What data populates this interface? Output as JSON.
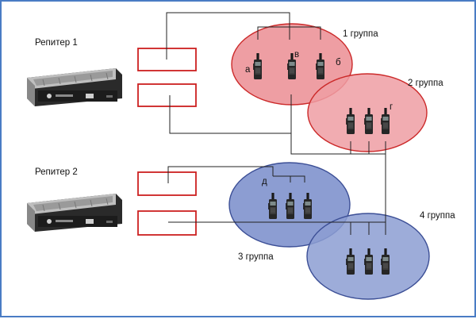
{
  "repeaters": [
    {
      "label": "Репитер 1"
    },
    {
      "label": "Репитер 2"
    }
  ],
  "groups": [
    {
      "label": "1 группа",
      "color": "#ee9ea3",
      "stroke": "#cc2a2a"
    },
    {
      "label": "2 группа",
      "color": "#ee9ea3",
      "stroke": "#cc2a2a"
    },
    {
      "label": "3 группа",
      "color": "#8c9dd2",
      "stroke": "#3c4f96"
    },
    {
      "label": "4 группа",
      "color": "#8c9dd2",
      "stroke": "#3c4f96"
    }
  ],
  "radio_labels": {
    "a": "а",
    "b": "б",
    "v": "в",
    "g": "г",
    "d": "д"
  },
  "colors": {
    "frame": "#4a7cc4",
    "channel_box": "#cc2020",
    "wire": "#222222"
  }
}
